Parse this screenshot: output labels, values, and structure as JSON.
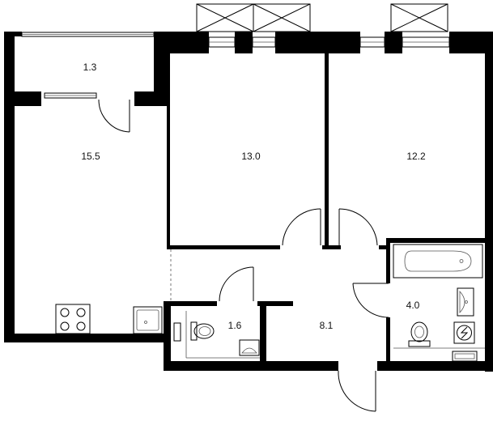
{
  "floorplan": {
    "rooms": [
      {
        "id": "balcony",
        "area": "1.3"
      },
      {
        "id": "living-kitchen",
        "area": "15.5"
      },
      {
        "id": "bedroom-1",
        "area": "13.0"
      },
      {
        "id": "bedroom-2",
        "area": "12.2"
      },
      {
        "id": "toilet",
        "area": "1.6"
      },
      {
        "id": "hallway",
        "area": "8.1"
      },
      {
        "id": "bathroom",
        "area": "4.0"
      }
    ]
  }
}
